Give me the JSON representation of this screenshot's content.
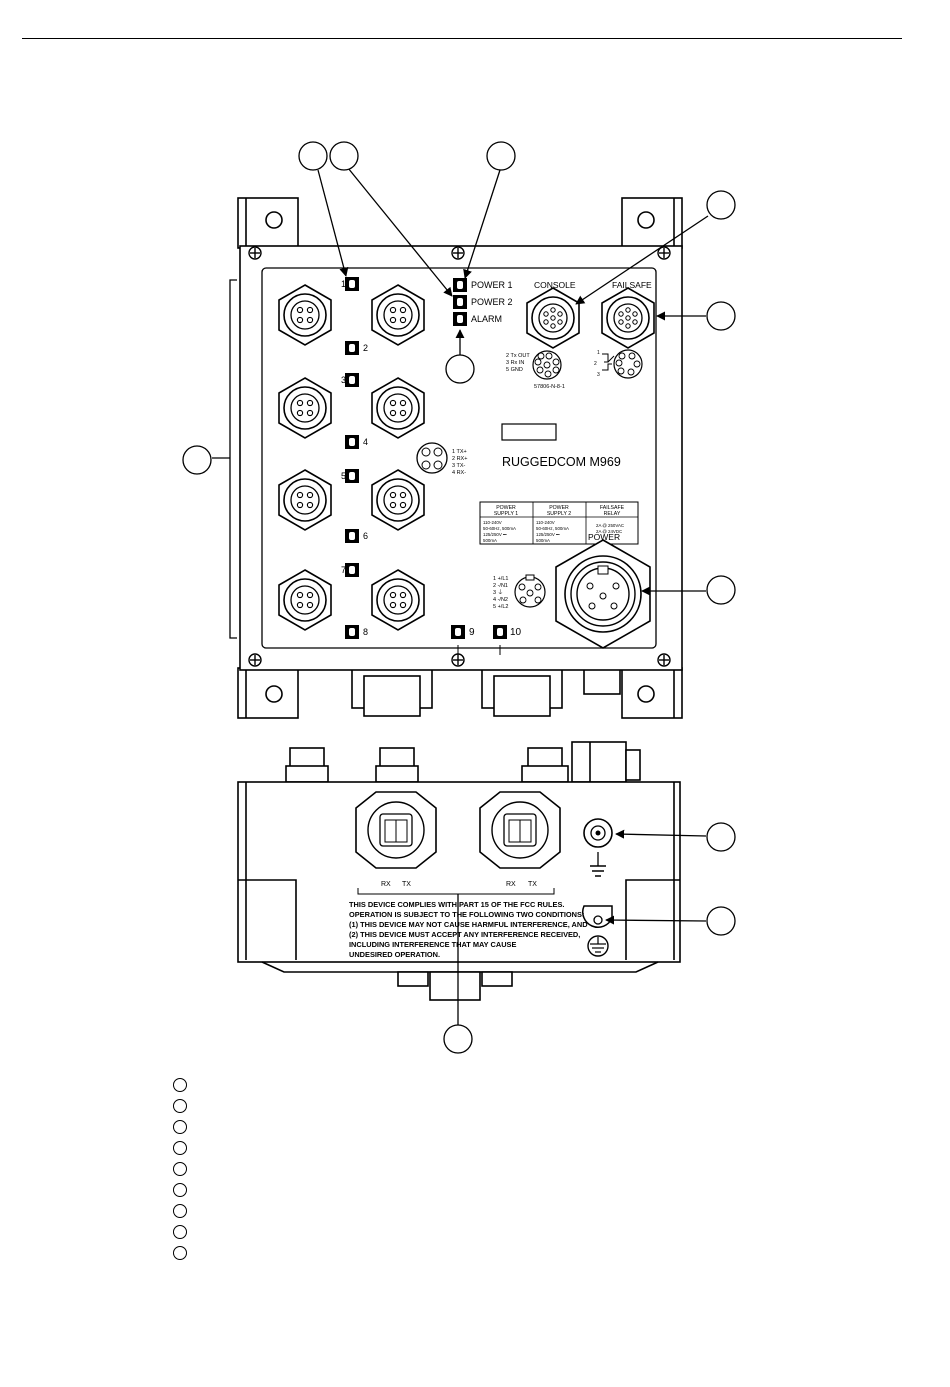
{
  "device": {
    "model": "RUGGEDCOM M969",
    "port_numbers": [
      "1",
      "2",
      "3",
      "4",
      "5",
      "6",
      "7",
      "8",
      "9",
      "10"
    ],
    "led_labels": [
      "POWER 1",
      "POWER 2",
      "ALARM"
    ],
    "console_label": "CONSOLE",
    "failsafe_label": "FAILSAFE",
    "power_label": "POWER",
    "console_pinout": [
      "2  Tx OUT",
      "3  Rx IN",
      "5  GND"
    ],
    "console_part": "57806-N-8-1",
    "ethernet_pinout": [
      "1  TX+",
      "2  RX+",
      "3  TX-",
      "4  RX-"
    ],
    "power_pinout": [
      "1 +/L1",
      "2 -/N1",
      "3 ⏚",
      "4 -/N2",
      "5 +/L2"
    ],
    "failsafe_pins": [
      "1",
      "2",
      "3"
    ],
    "rating_table": {
      "headers": [
        [
          "POWER",
          "SUPPLY 1"
        ],
        [
          "POWER",
          "SUPPLY 2"
        ],
        [
          "FAILSAFE",
          "RELAY"
        ]
      ],
      "cells": [
        [
          "110-240V",
          "50-60Hz, 500mA",
          "125/250V ⎓",
          "500mA"
        ],
        [
          "110-240V",
          "50-60Hz, 500mA",
          "125/250V ⎓",
          "500mA"
        ],
        [
          "2A @ 250VAC",
          "2A @ 24VDC",
          "",
          " "
        ]
      ]
    },
    "fiber_labels": [
      "RX",
      "TX",
      "RX",
      "TX"
    ],
    "fcc_notice": [
      "THIS DEVICE COMPLIES WITH PART 15 OF THE FCC RULES.",
      "OPERATION IS SUBJECT TO THE FOLLOWING TWO CONDITIONS:",
      "(1) THIS DEVICE MAY NOT CAUSE HARMFUL INTERFERENCE, AND",
      "(2) THIS DEVICE MUST ACCEPT ANY INTERFERENCE RECEIVED,",
      "INCLUDING INTERFERENCE THAT MAY CAUSE",
      "UNDESIRED OPERATION."
    ]
  },
  "legend_items": [
    "",
    "",
    "",
    "",
    "",
    "",
    "",
    "",
    ""
  ]
}
